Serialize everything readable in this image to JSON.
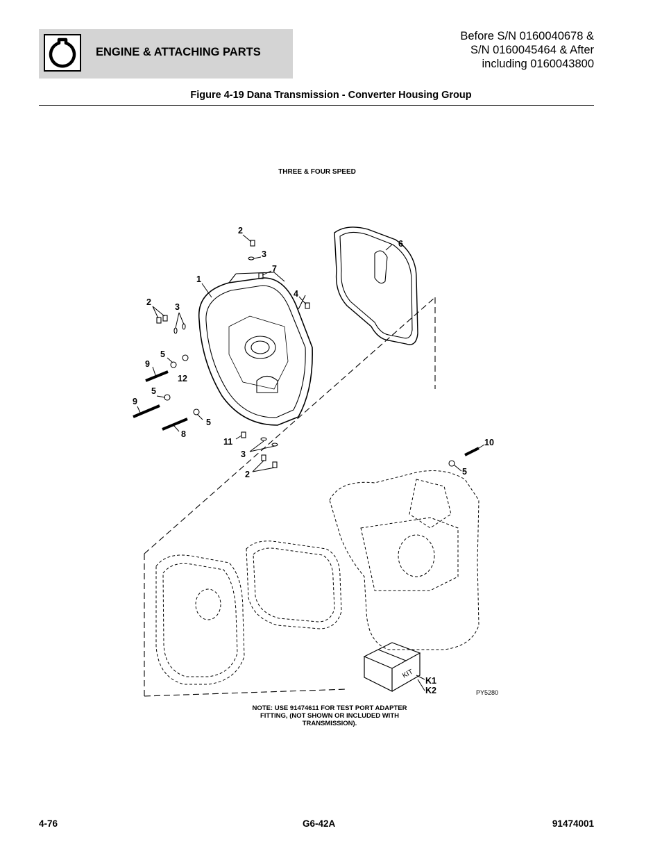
{
  "header": {
    "section_title": "ENGINE & ATTACHING PARTS",
    "serial_lines": [
      "Before S/N 0160040678 &",
      "S/N 0160045464 & After",
      "including 0160043800"
    ],
    "icon": "engine-section-icon"
  },
  "figure": {
    "title": "Figure 4-19 Dana Transmission - Converter Housing Group",
    "subtitle": "THREE & FOUR SPEED",
    "code": "PY5280",
    "kit_label": "KIT",
    "note_lines": [
      "NOTE: USE 91474611 FOR TEST PORT ADAPTER",
      "FITTING, (NOT SHOWN OR INCLUDED WITH",
      "TRANSMISSION)."
    ],
    "callouts": [
      {
        "id": "c2a",
        "text": "2"
      },
      {
        "id": "c3a",
        "text": "3"
      },
      {
        "id": "c7",
        "text": "7"
      },
      {
        "id": "c6",
        "text": "6"
      },
      {
        "id": "c1",
        "text": "1"
      },
      {
        "id": "c4",
        "text": "4"
      },
      {
        "id": "c2b",
        "text": "2"
      },
      {
        "id": "c3b",
        "text": "3"
      },
      {
        "id": "c5a",
        "text": "5"
      },
      {
        "id": "c9a",
        "text": "9"
      },
      {
        "id": "c12",
        "text": "12"
      },
      {
        "id": "c5b",
        "text": "5"
      },
      {
        "id": "c9b",
        "text": "9"
      },
      {
        "id": "c5c",
        "text": "5"
      },
      {
        "id": "c8",
        "text": "8"
      },
      {
        "id": "c11",
        "text": "11"
      },
      {
        "id": "c3c",
        "text": "3"
      },
      {
        "id": "c2c",
        "text": "2"
      },
      {
        "id": "c10",
        "text": "10"
      },
      {
        "id": "c5d",
        "text": "5"
      },
      {
        "id": "ck1",
        "text": "K1"
      },
      {
        "id": "ck2",
        "text": "K2"
      }
    ]
  },
  "footer": {
    "page_number": "4-76",
    "model": "G6-42A",
    "manual_number": "91474001"
  }
}
